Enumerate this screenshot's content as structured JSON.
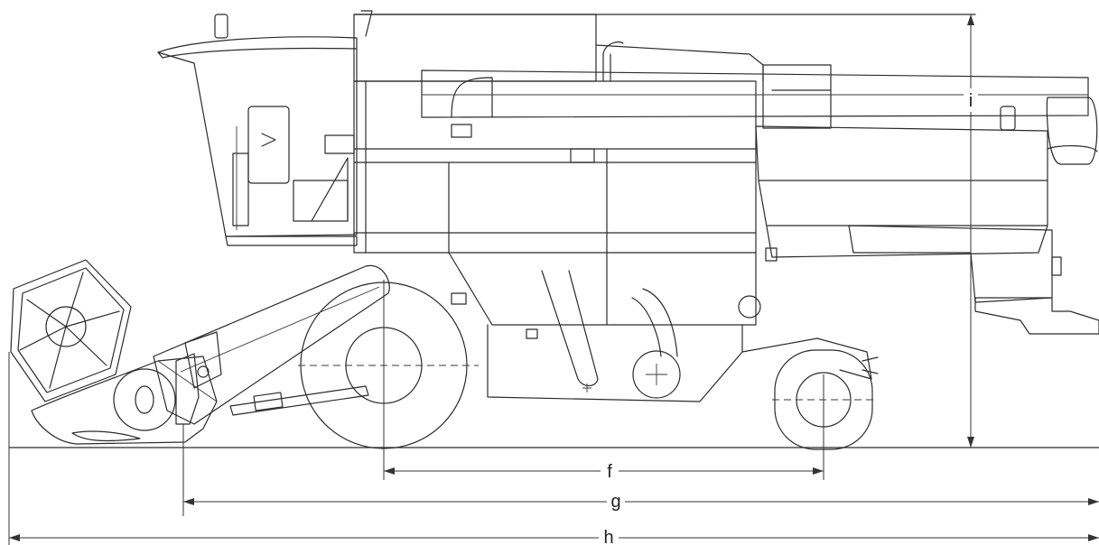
{
  "dimensions": {
    "wheelbase_label": "f",
    "header_to_rear_label": "g",
    "overall_length_label": "h",
    "height_label": "i"
  },
  "colors": {
    "line": "#2b2b2b",
    "background": "#ffffff"
  }
}
